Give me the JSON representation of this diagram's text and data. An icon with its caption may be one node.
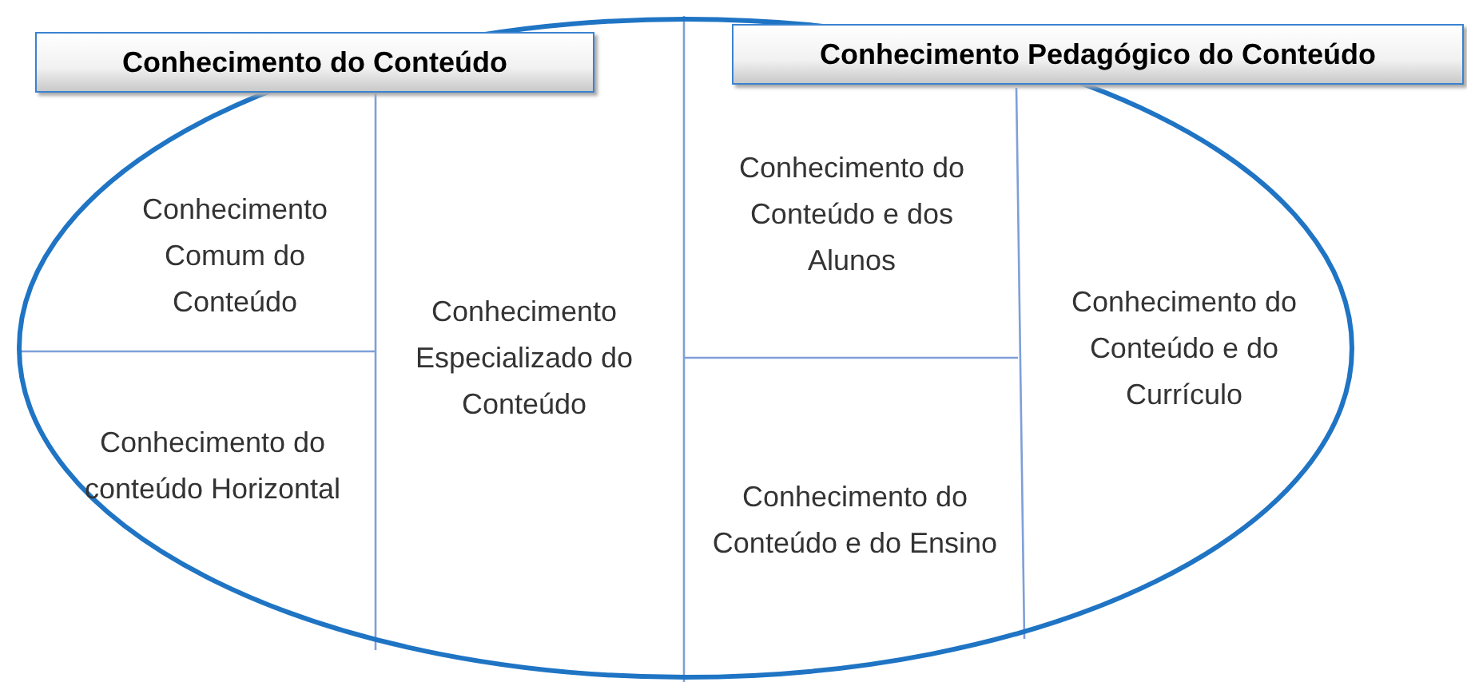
{
  "diagram": {
    "nodes": [
      {
        "text": [],
        "shape": "ellipse"
      },
      {
        "text": [
          "Conhecimento do Conteúdo"
        ]
      },
      {
        "text": [
          "Conhecimento Pedagógico do Conteúdo"
        ]
      },
      {
        "text": [
          "Conhecimento Comum do Conteúdo"
        ],
        "in": 0
      },
      {
        "text": [
          "Conhecimento do conteúdo Horizontal"
        ],
        "in": 0
      },
      {
        "text": [
          "Conhecimento Especializado do Conteúdo"
        ],
        "in": 0
      },
      {
        "text": [
          "Conhecimento do Conteúdo e dos Alunos"
        ],
        "in": 0
      },
      {
        "text": [
          "Conhecimento do Conteúdo e do Ensino"
        ],
        "in": 0
      },
      {
        "text": [
          "Conhecimento do Conteúdo e do Currículo"
        ],
        "in": 0
      }
    ]
  }
}
